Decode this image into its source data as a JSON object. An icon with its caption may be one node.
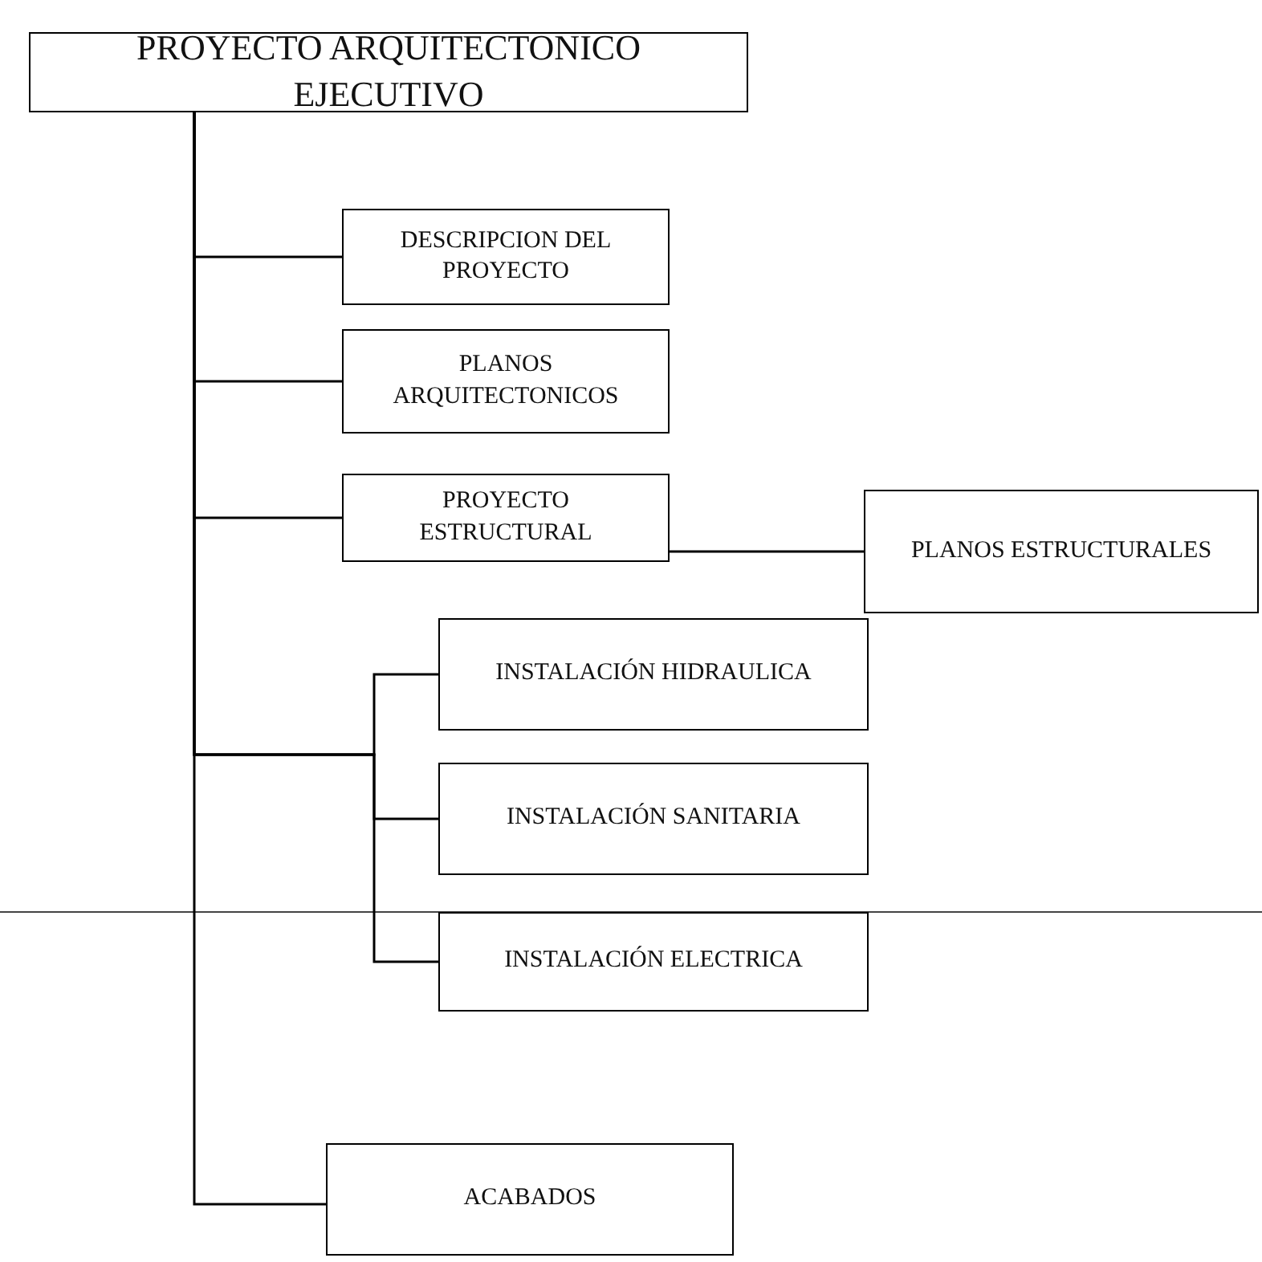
{
  "diagram": {
    "nodes": [
      {
        "text": [
          "PROYECTO ARQUITECTONICO EJECUTIVO"
        ]
      },
      {
        "text": [
          "DESCRIPCION DEL PROYECTO"
        ]
      },
      {
        "text": [
          "PLANOS ARQUITECTONICOS"
        ]
      },
      {
        "text": [
          "PROYECTO ESTRUCTURAL"
        ]
      },
      {
        "text": [
          "PLANOS ESTRUCTURALES"
        ]
      },
      {
        "text": [
          "INSTALACIÓN HIDRAULICA"
        ]
      },
      {
        "text": [
          "INSTALACIÓN SANITARIA"
        ]
      },
      {
        "text": [
          "INSTALACIÓN ELECTRICA"
        ]
      },
      {
        "text": [
          "ACABADOS"
        ]
      }
    ],
    "edges": [
      {
        "from": 0,
        "to": 1,
        "arrow": "none"
      },
      {
        "from": 0,
        "to": 2,
        "arrow": "none"
      },
      {
        "from": 0,
        "to": 3,
        "arrow": "none"
      },
      {
        "from": 3,
        "to": 4,
        "arrow": "none"
      },
      {
        "from": 0,
        "to": 5,
        "arrow": "none"
      },
      {
        "from": 0,
        "to": 6,
        "arrow": "none"
      },
      {
        "from": 0,
        "to": 7,
        "arrow": "none"
      },
      {
        "from": 0,
        "to": 8,
        "arrow": "none"
      }
    ]
  }
}
